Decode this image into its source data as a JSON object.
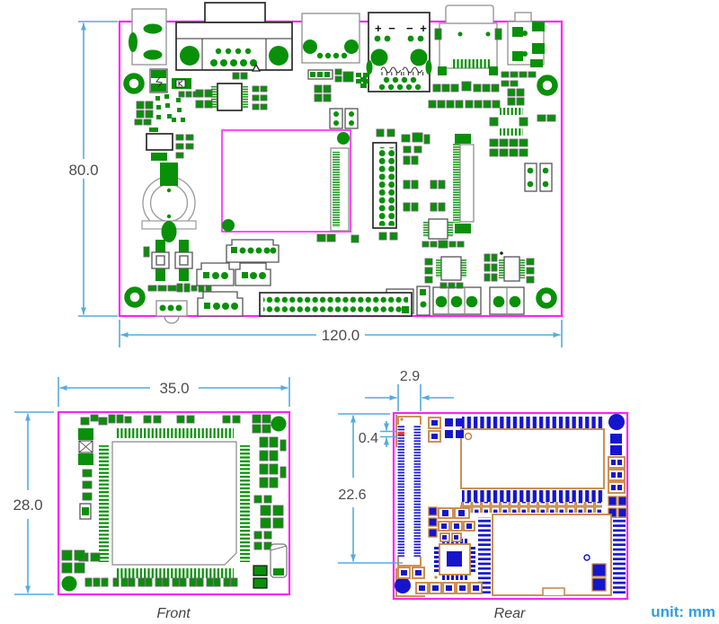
{
  "palette": {
    "board_outline": "#ff22ff",
    "copper_green": "#089008",
    "copper_blue": "#1515ce",
    "footprint_tan": "#c78440",
    "dimension_blue": "#55abdc",
    "unit_text_blue": "#2d9fe5",
    "dimension_text": "#4d4d4d"
  },
  "unit_note": "unit: mm",
  "main_board": {
    "width_label": "120.0",
    "height_label": "80.0",
    "rj45_left_polarity": "+ −",
    "rj45_right_polarity": "− +"
  },
  "front_board": {
    "width_label": "35.0",
    "height_label": "28.0",
    "caption": "Front"
  },
  "rear_board": {
    "caption": "Rear",
    "connector_width_label": "2.9",
    "pin_pitch_label": "0.4",
    "connector_height_label": "22.6"
  }
}
